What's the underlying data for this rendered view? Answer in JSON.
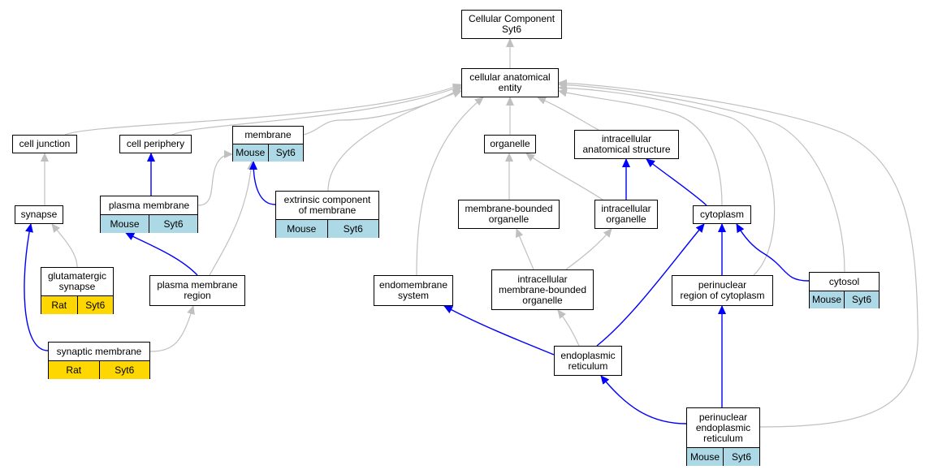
{
  "title": "Cellular Component\nSyt6",
  "colors": {
    "is_a_edge": "#c0c0c0",
    "part_of_edge": "#0000ff",
    "mouse_fill": "#add8e6",
    "rat_fill": "#ffd700",
    "node_fill": "#ffffff"
  },
  "nodes": {
    "root": {
      "label": "Cellular Component\nSyt6"
    },
    "cae": {
      "label": "cellular anatomical\nentity"
    },
    "cell_junction": {
      "label": "cell junction"
    },
    "cell_periphery": {
      "label": "cell periphery"
    },
    "membrane": {
      "label": "membrane",
      "species": "Mouse",
      "gene": "Syt6"
    },
    "organelle": {
      "label": "organelle"
    },
    "intracellular_structure": {
      "label": "intracellular\nanatomical structure"
    },
    "synapse": {
      "label": "synapse"
    },
    "plasma_membrane": {
      "label": "plasma membrane",
      "species": "Mouse",
      "gene": "Syt6"
    },
    "extrinsic": {
      "label": "extrinsic component\nof membrane",
      "species": "Mouse",
      "gene": "Syt6"
    },
    "mb_organelle": {
      "label": "membrane-bounded\norganelle"
    },
    "ic_organelle": {
      "label": "intracellular\norganelle"
    },
    "cytoplasm": {
      "label": "cytoplasm"
    },
    "glutamatergic": {
      "label": "glutamatergic\nsynapse",
      "species": "Rat",
      "gene": "Syt6"
    },
    "pm_region": {
      "label": "plasma membrane\nregion"
    },
    "endomembrane": {
      "label": "endomembrane\nsystem"
    },
    "ic_mb_organelle": {
      "label": "intracellular\nmembrane-bounded\norganelle"
    },
    "perinuclear_cyto": {
      "label": "perinuclear\nregion of cytoplasm"
    },
    "cytosol": {
      "label": "cytosol",
      "species": "Mouse",
      "gene": "Syt6"
    },
    "synaptic_membrane": {
      "label": "synaptic membrane",
      "species": "Rat",
      "gene": "Syt6"
    },
    "er": {
      "label": "endoplasmic\nreticulum"
    },
    "perinuclear_er": {
      "label": "perinuclear\nendoplasmic\nreticulum",
      "species": "Mouse",
      "gene": "Syt6"
    }
  },
  "edges": [
    {
      "from": "cae",
      "to": "root",
      "relation": "is_a"
    },
    {
      "from": "cell_junction",
      "to": "cae",
      "relation": "is_a"
    },
    {
      "from": "cell_periphery",
      "to": "cae",
      "relation": "is_a"
    },
    {
      "from": "membrane",
      "to": "cae",
      "relation": "is_a"
    },
    {
      "from": "extrinsic",
      "to": "cae",
      "relation": "is_a"
    },
    {
      "from": "endomembrane",
      "to": "cae",
      "relation": "is_a"
    },
    {
      "from": "organelle",
      "to": "cae",
      "relation": "is_a"
    },
    {
      "from": "intracellular_structure",
      "to": "cae",
      "relation": "is_a"
    },
    {
      "from": "cytoplasm",
      "to": "cae",
      "relation": "is_a"
    },
    {
      "from": "perinuclear_cyto",
      "to": "cae",
      "relation": "is_a"
    },
    {
      "from": "cytosol",
      "to": "cae",
      "relation": "is_a"
    },
    {
      "from": "perinuclear_er",
      "to": "cae",
      "relation": "is_a"
    },
    {
      "from": "synapse",
      "to": "cell_junction",
      "relation": "is_a"
    },
    {
      "from": "glutamatergic",
      "to": "synapse",
      "relation": "is_a"
    },
    {
      "from": "synaptic_membrane",
      "to": "synapse",
      "relation": "part_of"
    },
    {
      "from": "plasma_membrane",
      "to": "cell_periphery",
      "relation": "part_of"
    },
    {
      "from": "plasma_membrane",
      "to": "membrane",
      "relation": "is_a"
    },
    {
      "from": "pm_region",
      "to": "membrane",
      "relation": "is_a"
    },
    {
      "from": "extrinsic",
      "to": "membrane",
      "relation": "part_of"
    },
    {
      "from": "pm_region",
      "to": "plasma_membrane",
      "relation": "part_of"
    },
    {
      "from": "synaptic_membrane",
      "to": "pm_region",
      "relation": "is_a"
    },
    {
      "from": "mb_organelle",
      "to": "organelle",
      "relation": "is_a"
    },
    {
      "from": "ic_organelle",
      "to": "organelle",
      "relation": "is_a"
    },
    {
      "from": "ic_organelle",
      "to": "intracellular_structure",
      "relation": "part_of"
    },
    {
      "from": "cytoplasm",
      "to": "intracellular_structure",
      "relation": "part_of"
    },
    {
      "from": "ic_mb_organelle",
      "to": "mb_organelle",
      "relation": "is_a"
    },
    {
      "from": "ic_mb_organelle",
      "to": "ic_organelle",
      "relation": "is_a"
    },
    {
      "from": "er",
      "to": "ic_mb_organelle",
      "relation": "is_a"
    },
    {
      "from": "er",
      "to": "endomembrane",
      "relation": "part_of"
    },
    {
      "from": "er",
      "to": "cytoplasm",
      "relation": "part_of"
    },
    {
      "from": "perinuclear_cyto",
      "to": "cytoplasm",
      "relation": "part_of"
    },
    {
      "from": "cytosol",
      "to": "cytoplasm",
      "relation": "part_of"
    },
    {
      "from": "perinuclear_er",
      "to": "er",
      "relation": "part_of"
    },
    {
      "from": "perinuclear_er",
      "to": "perinuclear_cyto",
      "relation": "part_of"
    }
  ]
}
